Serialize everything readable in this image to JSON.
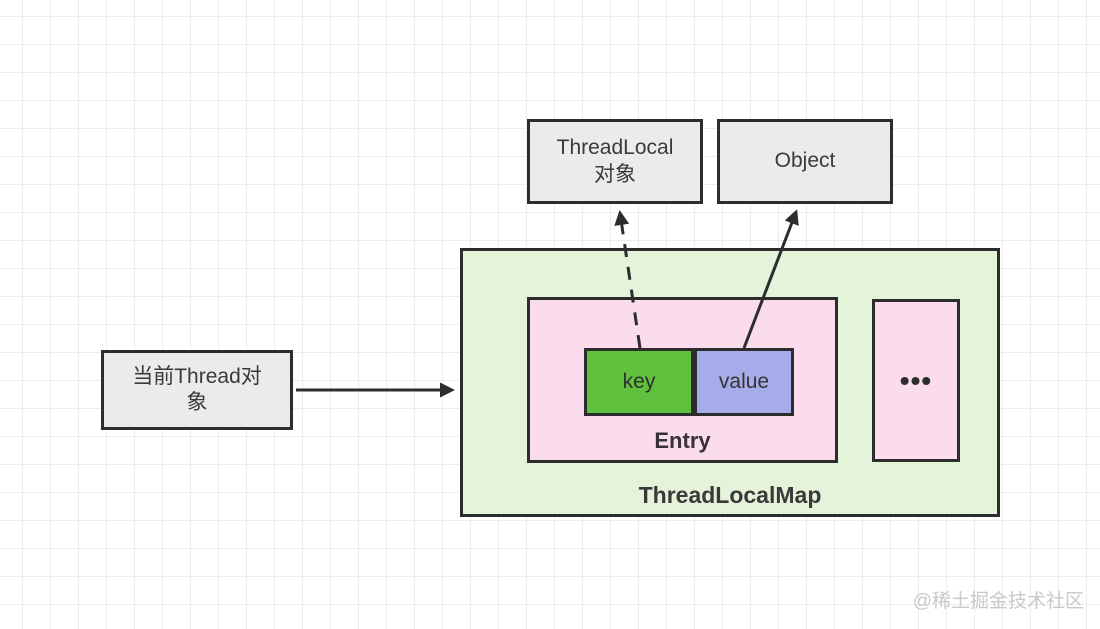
{
  "boxes": {
    "thread_local_object": "ThreadLocal\n对象",
    "object": "Object",
    "current_thread_object": "当前Thread对\n象",
    "thread_local_map": "ThreadLocalMap",
    "entry": "Entry",
    "key": "key",
    "value": "value",
    "more": "•••"
  },
  "watermark": "@稀土掘金技术社区",
  "colors": {
    "canvas_background": "#ffffff",
    "grid_line": "#ececec",
    "gray_box_fill": "#ebebe9",
    "map_fill": "#e4f3da",
    "entry_fill": "#fbdcec",
    "key_fill": "#5fc13d",
    "value_fill": "#a6ace9",
    "border_and_arrows": "#2d2d2d",
    "text": "#3a3a3a",
    "watermark_text": "#c9c9c9"
  }
}
